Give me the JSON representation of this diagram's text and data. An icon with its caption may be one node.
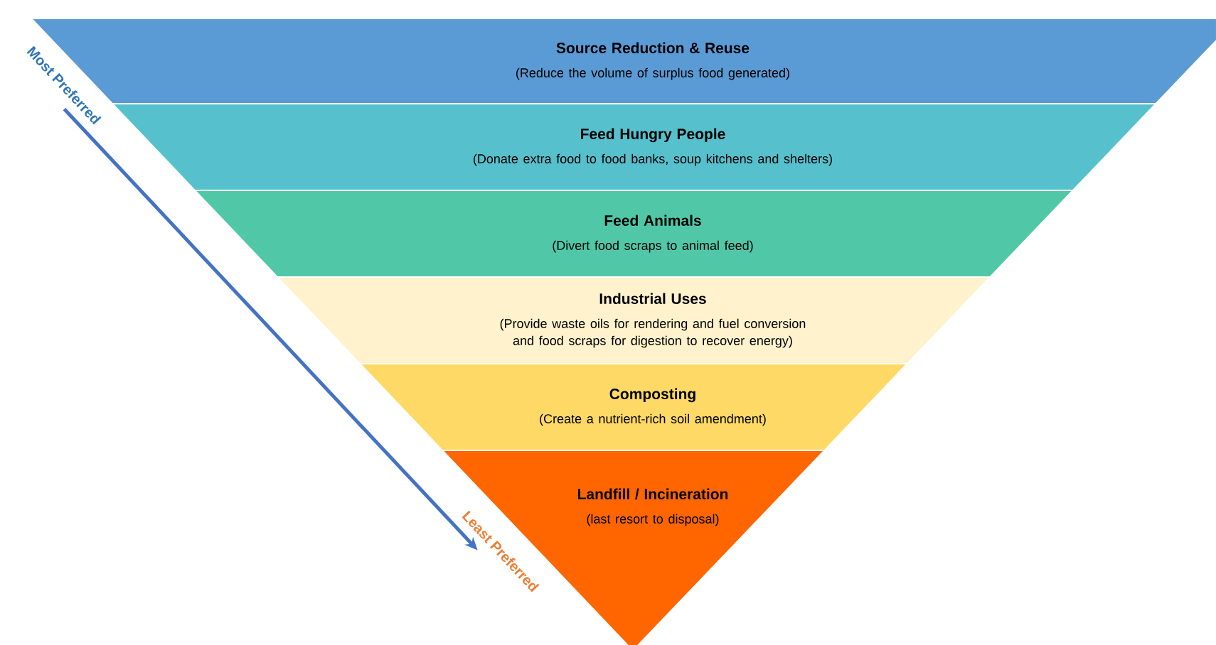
{
  "diagram": {
    "nodes": [
      {
        "text": [
          "Source Reduction & Reuse",
          "(Reduce the volume of surplus food generated)"
        ]
      },
      {
        "text": [
          "Feed Hungry People",
          "(Donate extra food to food banks, soup kitchens and shelters)"
        ]
      },
      {
        "text": [
          "Feed Animals",
          "(Divert food scraps to animal feed)"
        ]
      },
      {
        "text": [
          "Industrial Uses",
          "(Provide waste oils for rendering and fuel conversion and food scraps for digestion to recover energy)"
        ]
      },
      {
        "text": [
          "Composting",
          "(Create a nutrient-rich soil amendment)"
        ]
      },
      {
        "text": [
          "Landfill / Incineration",
          "(last resort to disposal)"
        ]
      },
      {
        "text": [
          "Most Preferred"
        ]
      },
      {
        "text": [
          "Least Preferred"
        ]
      }
    ],
    "edges": [
      {
        "from": 6,
        "to": 7,
        "arrow": "to"
      }
    ]
  }
}
